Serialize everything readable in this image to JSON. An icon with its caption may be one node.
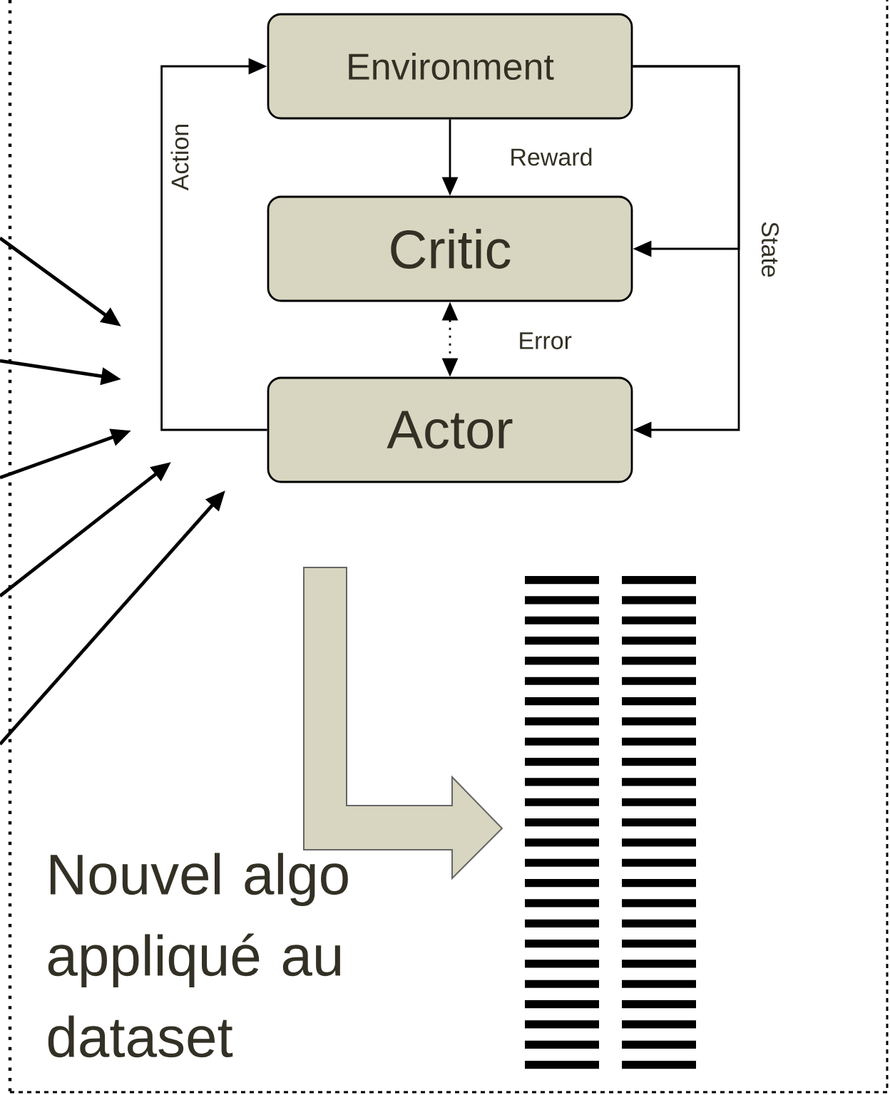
{
  "diagram": {
    "nodes": [
      {
        "text": [
          "Environment"
        ]
      },
      {
        "text": [
          "Critic"
        ]
      },
      {
        "text": [
          "Actor"
        ]
      }
    ],
    "edges": [
      {
        "from": 2,
        "to": 0,
        "arrow": "to",
        "label": "Action"
      },
      {
        "from": 0,
        "to": 1,
        "arrow": "to",
        "label": "Reward"
      },
      {
        "from": 1,
        "to": 2,
        "arrow": "both",
        "label": "Error",
        "style": "dashed"
      },
      {
        "from": 0,
        "to": 1,
        "arrow": "to",
        "label": "State"
      },
      {
        "from": 0,
        "to": 2,
        "arrow": "to"
      }
    ],
    "labels": [
      "Nouvel algo appliqué au dataset"
    ]
  }
}
